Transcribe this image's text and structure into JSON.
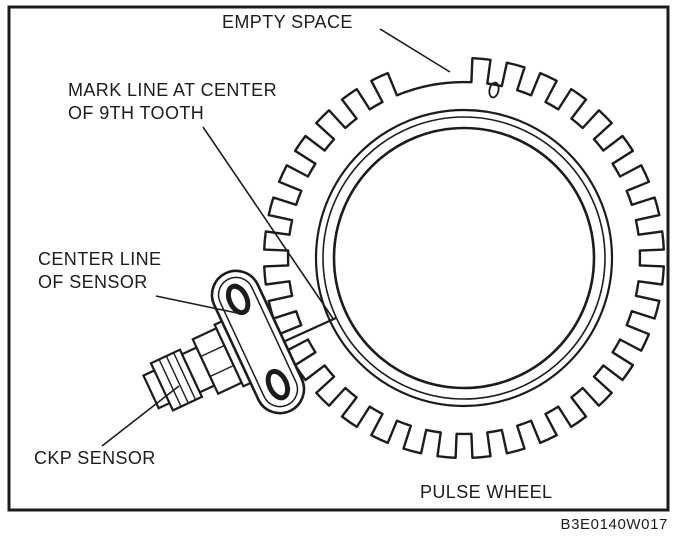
{
  "figure": {
    "code": "B3E0140W017",
    "labels": {
      "empty_space": "EMPTY SPACE",
      "mark_line_line1": "MARK LINE AT CENTER",
      "mark_line_line2": "OF 9TH TOOTH",
      "center_line_line1": "CENTER LINE",
      "center_line_line2": "OF SENSOR",
      "ckp_sensor": "CKP SENSOR",
      "pulse_wheel": "PULSE WHEEL"
    },
    "colors": {
      "ink": "#1c1c1c",
      "background": "#ffffff"
    }
  }
}
